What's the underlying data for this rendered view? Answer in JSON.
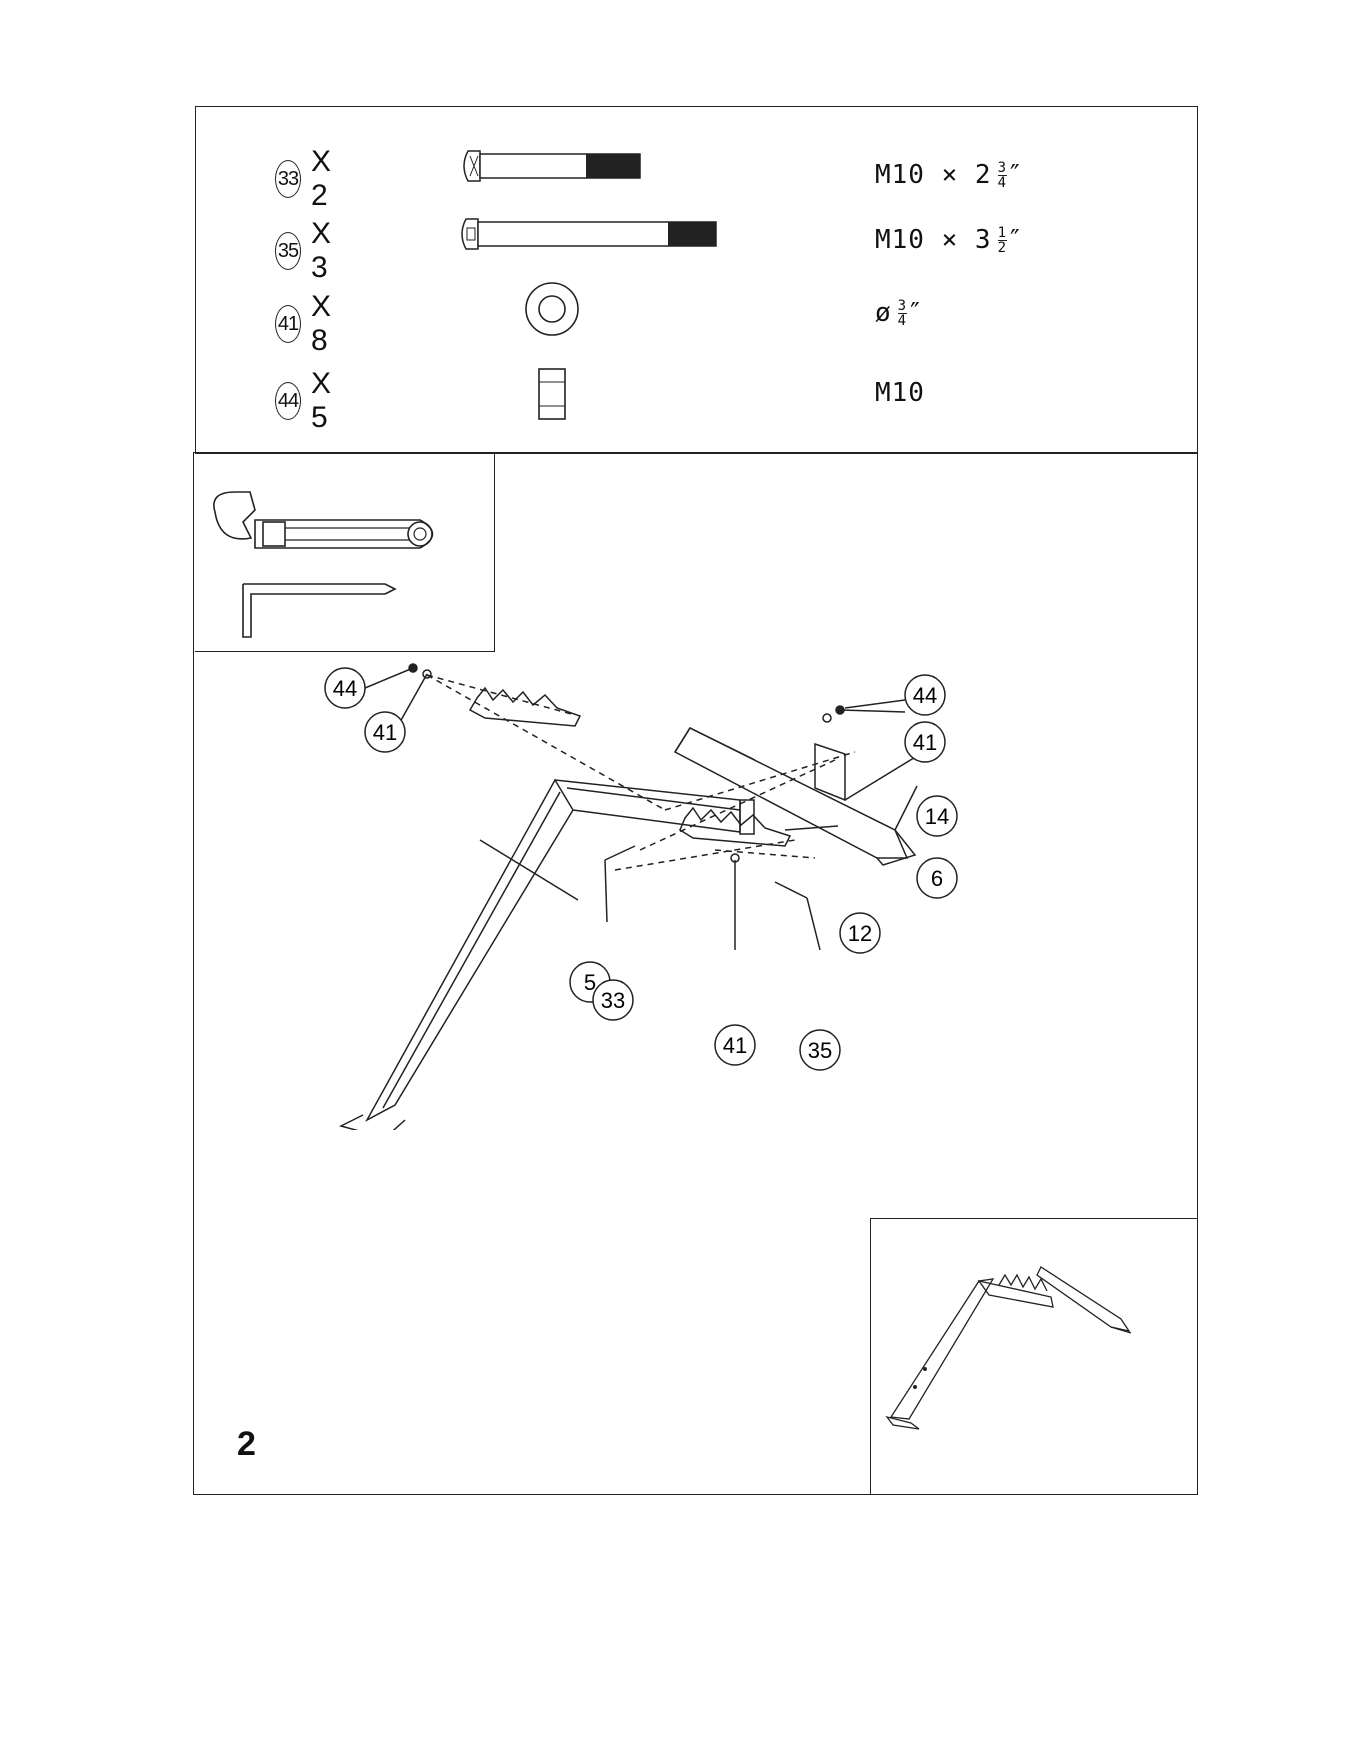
{
  "hardware": [
    {
      "part": "33",
      "qty_label": "X 2",
      "spec": "M10 × 2",
      "frac_num": "3",
      "frac_den": "4",
      "frac_unit": "″",
      "icon": "carriage-bolt-short-icon"
    },
    {
      "part": "35",
      "qty_label": "X 3",
      "spec": "M10 × 3",
      "frac_num": "1",
      "frac_den": "2",
      "frac_unit": "″",
      "icon": "carriage-bolt-long-icon"
    },
    {
      "part": "41",
      "qty_label": "X 8",
      "spec": "ø",
      "frac_num": "3",
      "frac_den": "4",
      "frac_unit": "″",
      "icon": "washer-icon"
    },
    {
      "part": "44",
      "qty_label": "X 5",
      "spec": "M10",
      "frac_num": "",
      "frac_den": "",
      "frac_unit": "",
      "icon": "nut-icon"
    }
  ],
  "tools": [
    "adjustable-wrench-icon",
    "allen-key-icon"
  ],
  "diagram_callouts": {
    "c44_left": "44",
    "c41_left": "41",
    "c44_right": "44",
    "c41_right": "41",
    "c14": "14",
    "c6": "6",
    "c12": "12",
    "c5": "5",
    "c33": "33",
    "c41_bottom": "41",
    "c35": "35"
  },
  "step_number": "2"
}
